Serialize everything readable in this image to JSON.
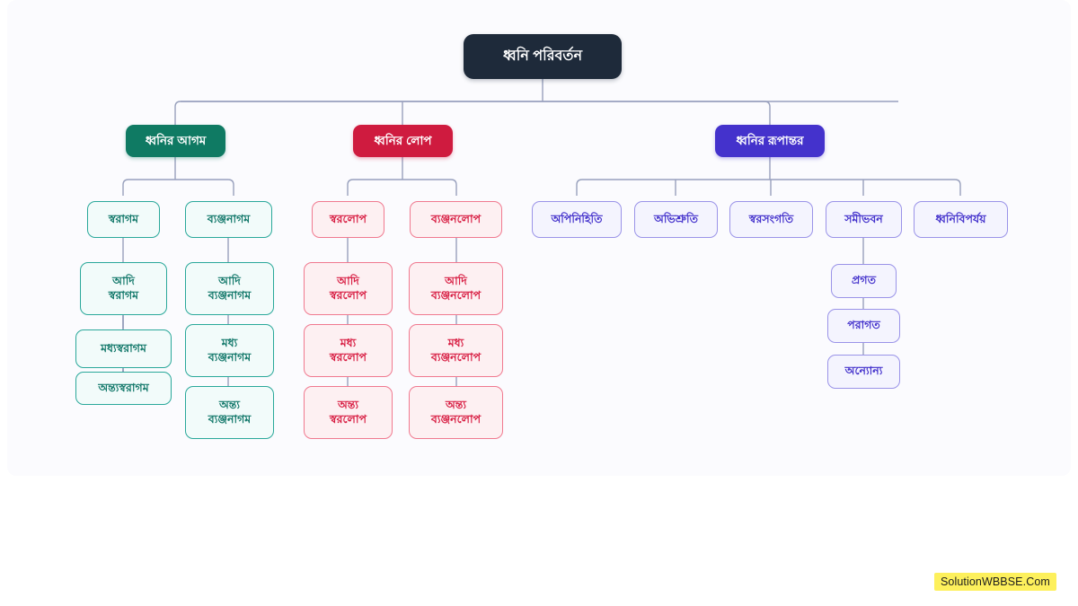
{
  "diagram": {
    "title": "ধ্বনি পরিবর্তন",
    "root": {
      "label": "ধ্বনি পরিবর্তন"
    },
    "branches": {
      "agam": {
        "header": "ধ্বনির আগম",
        "color": "#0f7a63",
        "children": [
          {
            "label": "স্বরাগম",
            "items": [
              "আদি\nস্বরাগম",
              "মধ্যস্বরাগম",
              "অন্ত্যস্বরাগম"
            ]
          },
          {
            "label": "ব্যঞ্জনাগম",
            "items": [
              "আদি\nব্যঞ্জনাগম",
              "মধ্য\nব্যঞ্জনাগম",
              "অন্ত্য\nব্যঞ্জনাগম"
            ]
          }
        ]
      },
      "lop": {
        "header": "ধ্বনির লোপ",
        "color": "#cf1b3f",
        "children": [
          {
            "label": "স্বরলোপ",
            "items": [
              "আদি\nস্বরলোপ",
              "মধ্য\nস্বরলোপ",
              "অন্ত্য\nস্বরলোপ"
            ]
          },
          {
            "label": "ব্যঞ্জনলোপ",
            "items": [
              "আদি\nব্যঞ্জনলোপ",
              "মধ্য\nব্যঞ্জনলোপ",
              "অন্ত্য\nব্যঞ্জনলোপ"
            ]
          }
        ]
      },
      "rupantar": {
        "header": "ধ্বনির রূপান্তর",
        "color": "#4432cc",
        "children": [
          {
            "label": "অপিনিহিতি",
            "items": []
          },
          {
            "label": "অভিশ্রুতি",
            "items": []
          },
          {
            "label": "স্বরসংগতি",
            "items": []
          },
          {
            "label": "সমীভবন",
            "items": [
              "প্রগত",
              "পরাগত",
              "অন্যোন্য"
            ]
          },
          {
            "label": "ধ্বনিবিপর্যয়",
            "items": []
          }
        ]
      }
    }
  },
  "watermark": {
    "text": "SolutionWBBSE.Com"
  }
}
